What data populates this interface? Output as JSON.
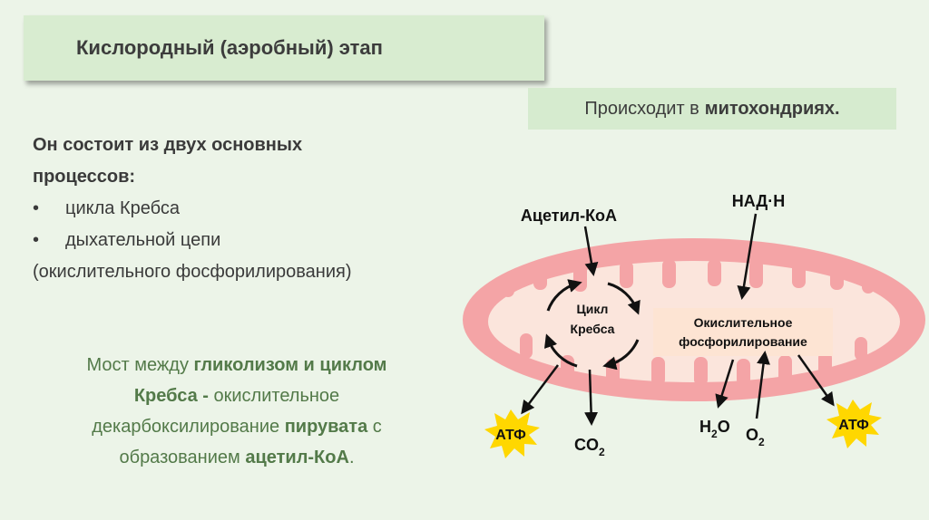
{
  "title": "Кислородный (аэробный) этап",
  "location": {
    "prefix": "Происходит в",
    "place": "митохондриях."
  },
  "processes": {
    "intro_line1": "Он состоит из двух основных",
    "intro_line2": "процессов:",
    "bullet_symbol": "•",
    "items": [
      "цикла Кребса",
      "дыхательной цепи"
    ],
    "continuation": "(окислительного фосфорилирования)"
  },
  "bridge": {
    "t1": "Мост между ",
    "b1": "гликолизом и циклом",
    "b2": "Кребса -",
    "t2": " окислительное",
    "t3": "декарбоксилирование ",
    "b3": "пирувата",
    "t4": "  с",
    "t5": "образованием ",
    "b4": "ацетил-КоА",
    "t6": "."
  },
  "diagram": {
    "acetyl_coa": "Ацетил-КоА",
    "nadh": "НАД·Н",
    "krebs_line1": "Цикл",
    "krebs_line2": "Кребса",
    "oxphos_line1": "Окислительное",
    "oxphos_line2": "фосфорилирование",
    "atp_left": "АТФ",
    "atp_right": "АТФ",
    "co2": "CO",
    "co2_sub": "2",
    "h2o_h": "H",
    "h2o_sub": "2",
    "h2o_o": "O",
    "o2": "O",
    "o2_sub": "2"
  },
  "colors": {
    "background": "#ecf4e8",
    "title_box": "#d8ecd0",
    "outer_membrane": "#f4a4a6",
    "matrix": "#fbe5dc",
    "atp_star": "#ffd700",
    "bridge_text": "#537a49"
  }
}
